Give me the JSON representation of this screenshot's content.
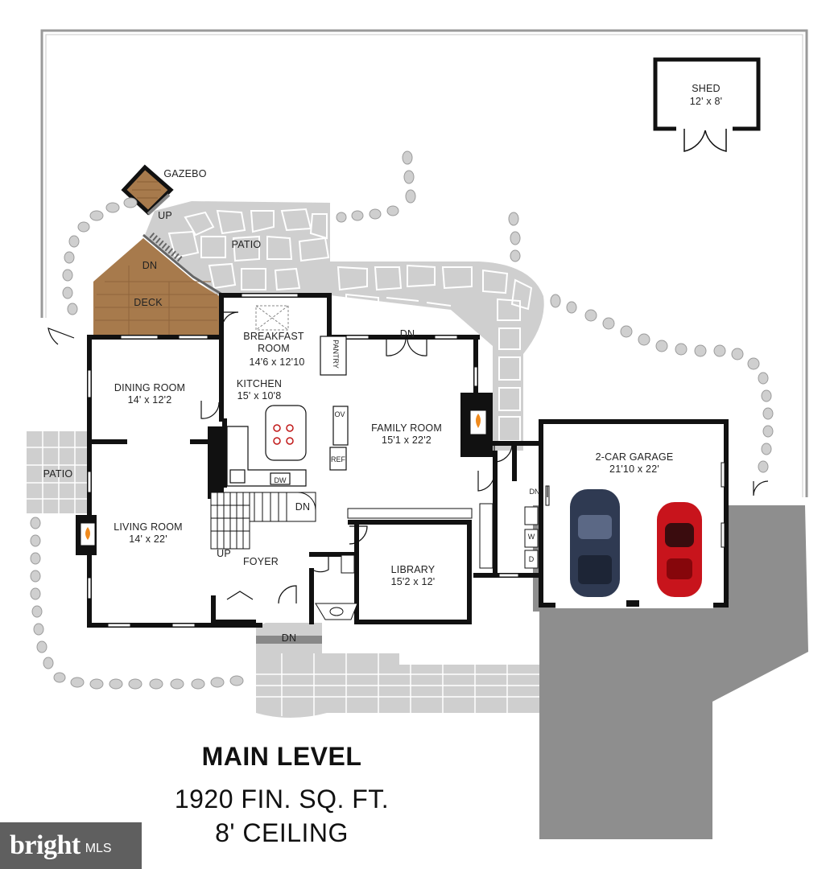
{
  "plan": {
    "title": "MAIN LEVEL",
    "area": "1920 FIN. SQ. FT.",
    "ceiling": "8' CEILING"
  },
  "rooms": {
    "shed": {
      "name": "SHED",
      "dims": "12' x 8'"
    },
    "gazebo": {
      "name": "GAZEBO"
    },
    "patio_back": {
      "name": "PATIO"
    },
    "deck": {
      "name": "DECK"
    },
    "breakfast": {
      "name_line1": "BREAKFAST",
      "name_line2": "ROOM",
      "dims": "14'6 x 12'10"
    },
    "pantry": {
      "name": "PANTRY"
    },
    "kitchen": {
      "name": "KITCHEN",
      "dims": "15' x 10'8"
    },
    "dining": {
      "name": "DINING ROOM",
      "dims": "14' x 12'2"
    },
    "family": {
      "name": "FAMILY ROOM",
      "dims": "15'1 x 22'2"
    },
    "garage": {
      "name": "2-CAR GARAGE",
      "dims": "21'10 x 22'"
    },
    "patio_side": {
      "name": "PATIO"
    },
    "living": {
      "name": "LIVING ROOM",
      "dims": "14' x 22'"
    },
    "foyer": {
      "name": "FOYER"
    },
    "library": {
      "name": "LIBRARY",
      "dims": "15'2 x 12'"
    }
  },
  "annotations": {
    "up_gazebo": "UP",
    "dn_deck": "DN",
    "dn_family": "DN",
    "dn_stairs": "DN",
    "up_stairs": "UP",
    "dn_garage": "DN",
    "dn_front": "DN",
    "ov": "OV",
    "ref": "REF",
    "dw": "DW",
    "washer": "W",
    "dryer": "D"
  },
  "branding": {
    "logo_text": "bright",
    "logo_suffix": "MLS"
  },
  "colors": {
    "wall": "#111111",
    "stone": "#cfcfcf",
    "driveway": "#8e8e8e",
    "deck": "#a77a4c",
    "car_blue": "#2f3a52",
    "car_red": "#c8141c"
  }
}
